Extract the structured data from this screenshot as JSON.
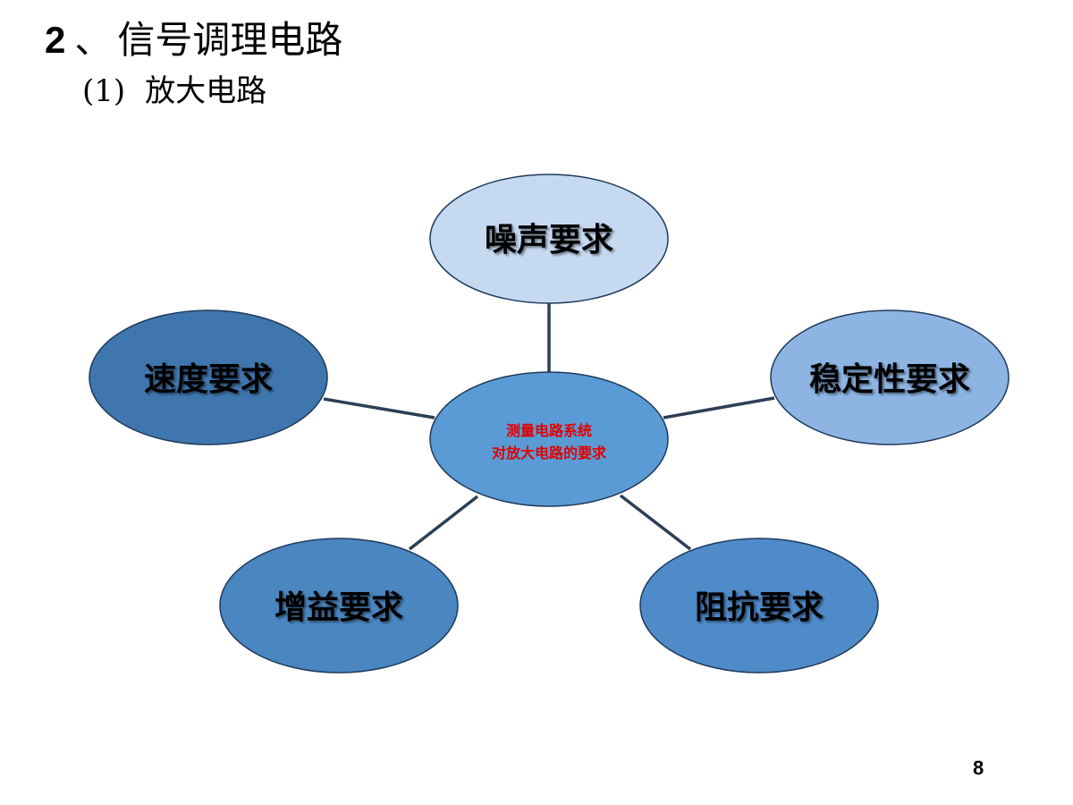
{
  "title": {
    "number": "2",
    "separator": "、",
    "text": "信号调理电路"
  },
  "subtitle": {
    "index": "(1)",
    "text": "放大电路"
  },
  "diagram": {
    "center": {
      "line1": "测量电路系统",
      "line2": "对放大电路的要求",
      "fill": "#5b9bd5",
      "text_color": "#e00000"
    },
    "nodes": [
      {
        "id": "noise",
        "label": "噪声要求",
        "fill": "#c5d9f1"
      },
      {
        "id": "stability",
        "label": "稳定性要求",
        "fill": "#8db4e2"
      },
      {
        "id": "impedance",
        "label": "阻抗要求",
        "fill": "#4f8ac9"
      },
      {
        "id": "gain",
        "label": "增益要求",
        "fill": "#4a86c0"
      },
      {
        "id": "speed",
        "label": "速度要求",
        "fill": "#3f76ad"
      }
    ],
    "stroke_color": "#1f3a5a",
    "connector_color": "#2b3f56"
  },
  "page_number": "8"
}
